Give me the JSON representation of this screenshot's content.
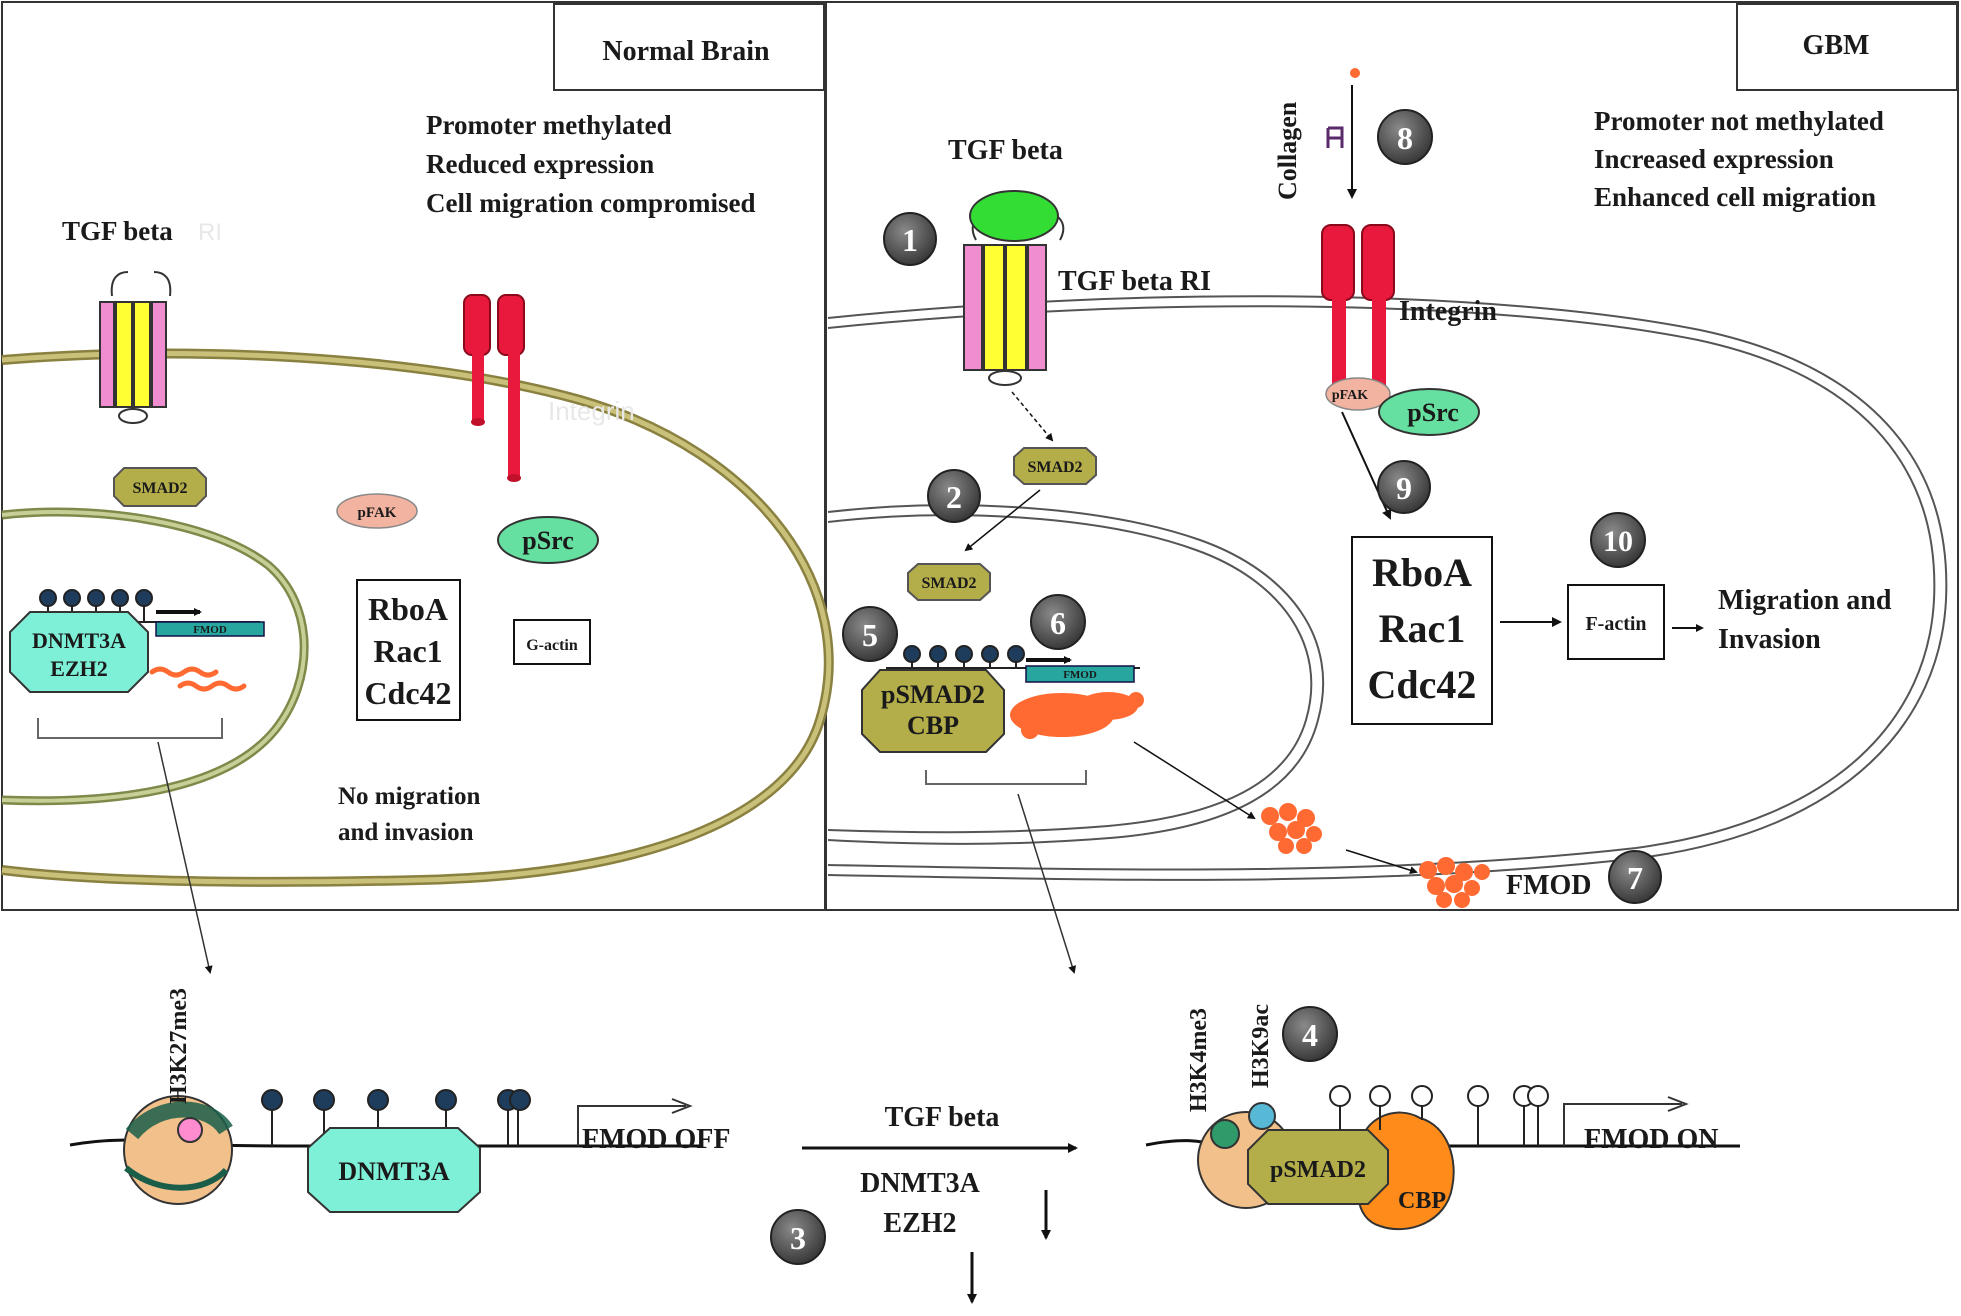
{
  "normal_panel": {
    "title": "Normal Brain",
    "notes": [
      "Promoter methylated",
      "Reduced expression",
      "Cell migration compromised"
    ],
    "tgf_receptor_label": "TGF beta",
    "tgf_receptor_suffix": "RI",
    "integrin_label": "Integrin",
    "smad2": "SMAD2",
    "pfak": "pFAK",
    "psrc": "pSrc",
    "gtpases": [
      "RboA",
      "Rac1",
      "Cdc42"
    ],
    "g_actin": "G-actin",
    "enzymes": [
      "DNMT3A",
      "EZH2"
    ],
    "gene_tag": "FMOD",
    "outcome": [
      "No migration",
      "and invasion"
    ]
  },
  "gbm_panel": {
    "title": "GBM",
    "notes": [
      "Promoter not methylated",
      "Increased expression",
      "Enhanced cell migration"
    ],
    "tgf_label": "TGF beta",
    "receptor_label": "TGF beta RI",
    "collagen": "Collagen",
    "integrin_label": "Integrin",
    "pfak": "pFAK",
    "psrc": "pSrc",
    "smad2_cyto": "SMAD2",
    "smad2_nuc": "SMAD2",
    "complex": [
      "pSMAD2",
      "CBP"
    ],
    "gene_tag": "FMOD",
    "gtpases": [
      "RboA",
      "Rac1",
      "Cdc42"
    ],
    "factin": "F-actin",
    "outcome": [
      "Migration and",
      "Invasion"
    ],
    "fmod": "FMOD"
  },
  "steps": [
    "1",
    "2",
    "3",
    "4",
    "5",
    "6",
    "7",
    "8",
    "9",
    "10"
  ],
  "bottom": {
    "left_mark": "H3K27me3",
    "left_enzyme": "DNMT3A",
    "left_gene": "FMOD OFF",
    "tgf": "TGF beta",
    "down": [
      "DNMT3A",
      "EZH2"
    ],
    "right_marks": [
      "H3K4me3",
      "H3K9ac"
    ],
    "right_complex": "pSMAD2",
    "right_cbp": "CBP",
    "right_gene": "FMOD ON"
  },
  "colors": {
    "receptor_pink": "#f08cd0",
    "receptor_yellow": "#ffff33",
    "integrin_red": "#e8193c",
    "smad_olive": "#b3ad4a",
    "psrc_green": "#66e0a0",
    "pfak_salmon": "#f2b3a0",
    "dnmt_teal": "#7ff0d8",
    "cbp_orange": "#ff8c1a",
    "fmod_orange": "#ff6a33",
    "tgf_green": "#33dd33",
    "step_gray": "#4a4a4a"
  }
}
